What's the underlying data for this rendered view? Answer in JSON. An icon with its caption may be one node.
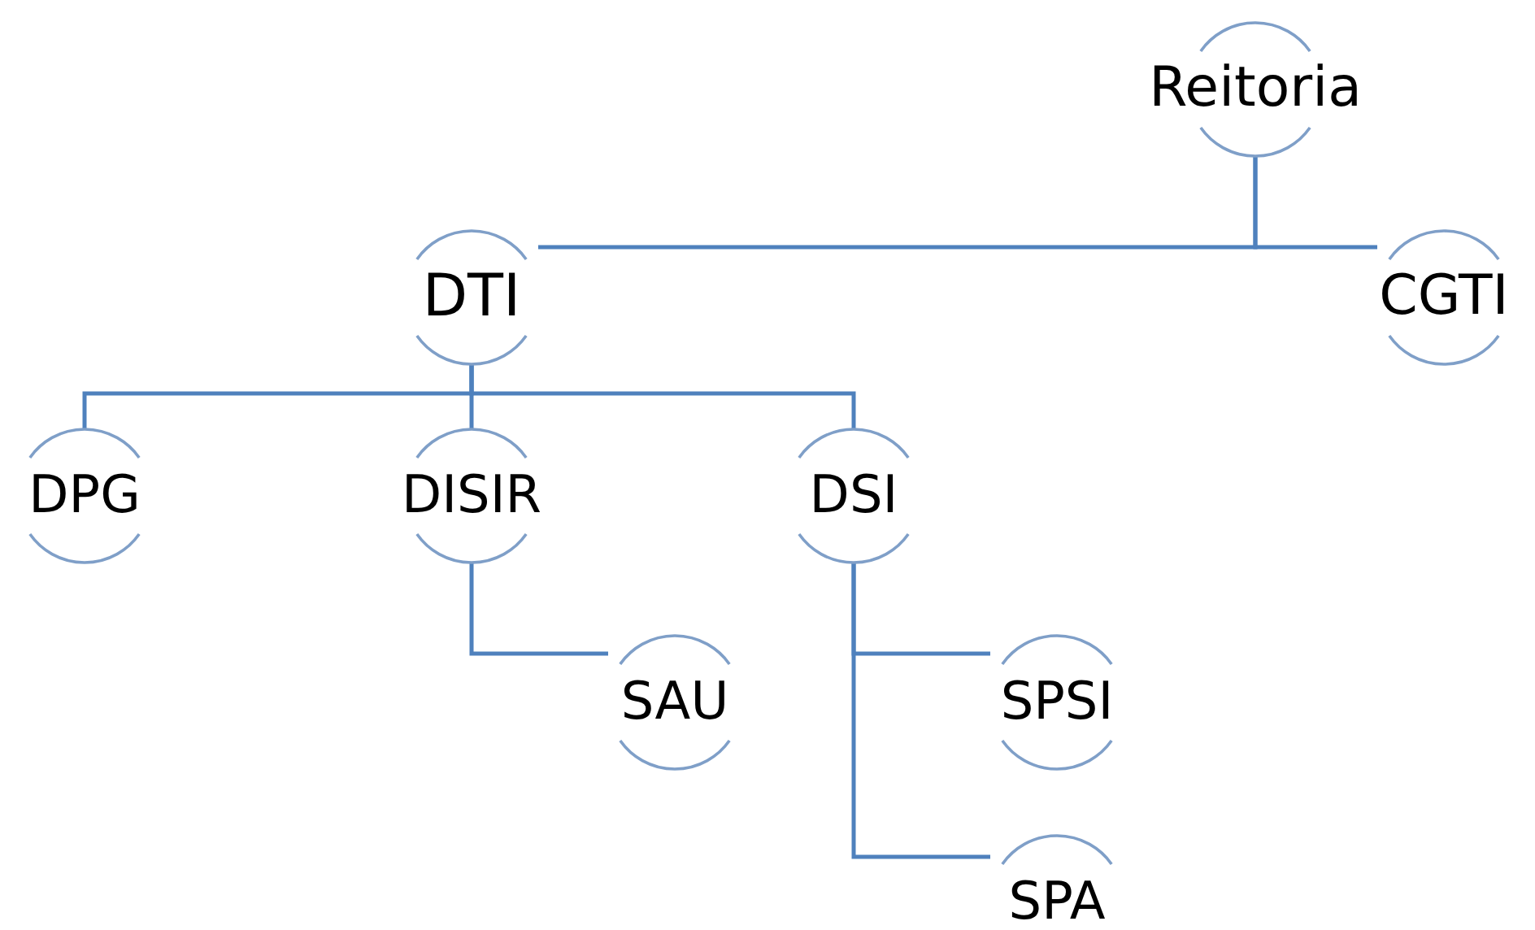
{
  "diagram": {
    "nodes": [
      {
        "text": [
          "Reitoria"
        ]
      },
      {
        "text": [
          "DTI"
        ]
      },
      {
        "text": [
          "CGTI"
        ]
      },
      {
        "text": [
          "DPG"
        ]
      },
      {
        "text": [
          "DISIR"
        ]
      },
      {
        "text": [
          "DSI"
        ]
      },
      {
        "text": [
          "SAU"
        ]
      },
      {
        "text": [
          "SPSI"
        ]
      },
      {
        "text": [
          "SPA"
        ]
      }
    ],
    "edges": [
      {
        "from": 0,
        "to": 1,
        "arrow": "none"
      },
      {
        "from": 0,
        "to": 2,
        "arrow": "none"
      },
      {
        "from": 1,
        "to": 3,
        "arrow": "none"
      },
      {
        "from": 1,
        "to": 4,
        "arrow": "none"
      },
      {
        "from": 1,
        "to": 5,
        "arrow": "none"
      },
      {
        "from": 4,
        "to": 6,
        "arrow": "none"
      },
      {
        "from": 5,
        "to": 7,
        "arrow": "none"
      },
      {
        "from": 5,
        "to": 8,
        "arrow": "none"
      }
    ]
  }
}
